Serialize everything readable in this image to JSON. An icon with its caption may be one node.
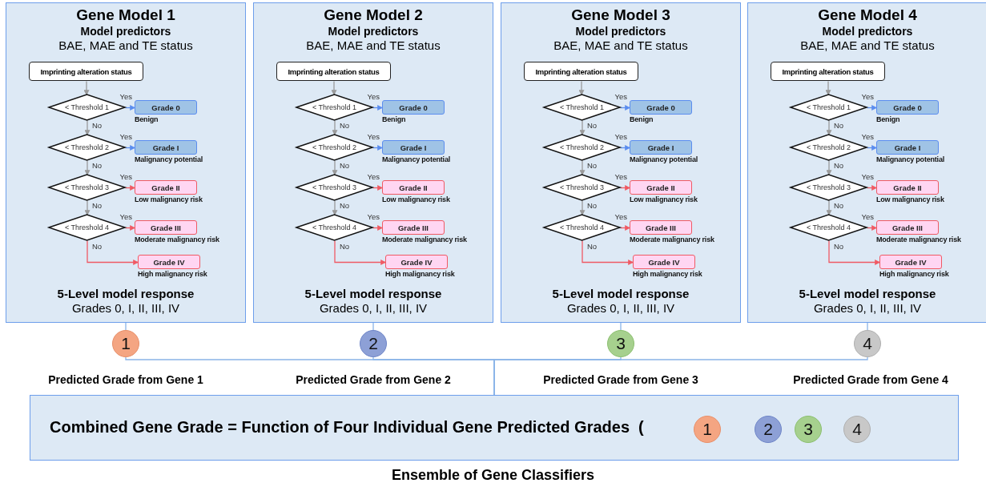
{
  "diagram": {
    "caption": "Ensemble of Gene Classifiers",
    "nodes": [
      {
        "text": [
          "Gene Model 1",
          "Model predictors",
          "BAE, MAE and TE status",
          "5-Level model response",
          "Grades 0, I, II, III, IV"
        ]
      },
      {
        "text": [
          "Imprinting alteration status"
        ],
        "in": 0
      },
      {
        "text": [
          "< Threshold 1"
        ],
        "in": 0
      },
      {
        "text": [
          "Grade 0"
        ],
        "in": 0,
        "beside": [
          "Benign"
        ]
      },
      {
        "text": [
          "< Threshold 2"
        ],
        "in": 0
      },
      {
        "text": [
          "Grade I"
        ],
        "in": 0,
        "beside": [
          "Malignancy potential"
        ]
      },
      {
        "text": [
          "< Threshold 3"
        ],
        "in": 0
      },
      {
        "text": [
          "Grade II"
        ],
        "in": 0,
        "beside": [
          "Low malignancy risk"
        ]
      },
      {
        "text": [
          "< Threshold 4"
        ],
        "in": 0
      },
      {
        "text": [
          "Grade III"
        ],
        "in": 0,
        "beside": [
          "Moderate malignancy risk"
        ]
      },
      {
        "text": [
          "Grade IV"
        ],
        "in": 0,
        "beside": [
          "High malignancy risk"
        ]
      },
      {
        "text": [
          "Gene Model 2",
          "Model predictors",
          "BAE, MAE and TE status",
          "5-Level model response",
          "Grades 0, I, II, III, IV"
        ]
      },
      {
        "text": [
          "Imprinting alteration status"
        ],
        "in": 11
      },
      {
        "text": [
          "< Threshold 1"
        ],
        "in": 11
      },
      {
        "text": [
          "Grade 0"
        ],
        "in": 11,
        "beside": [
          "Benign"
        ]
      },
      {
        "text": [
          "< Threshold 2"
        ],
        "in": 11
      },
      {
        "text": [
          "Grade I"
        ],
        "in": 11,
        "beside": [
          "Malignancy potential"
        ]
      },
      {
        "text": [
          "< Threshold 3"
        ],
        "in": 11
      },
      {
        "text": [
          "Grade II"
        ],
        "in": 11,
        "beside": [
          "Low malignancy risk"
        ]
      },
      {
        "text": [
          "< Threshold 4"
        ],
        "in": 11
      },
      {
        "text": [
          "Grade III"
        ],
        "in": 11,
        "beside": [
          "Moderate malignancy risk"
        ]
      },
      {
        "text": [
          "Grade IV"
        ],
        "in": 11,
        "beside": [
          "High malignancy risk"
        ]
      },
      {
        "text": [
          "Gene Model 3",
          "Model predictors",
          "BAE, MAE and TE status",
          "5-Level model response",
          "Grades 0, I, II, III, IV"
        ]
      },
      {
        "text": [
          "Imprinting alteration status"
        ],
        "in": 22
      },
      {
        "text": [
          "< Threshold 1"
        ],
        "in": 22
      },
      {
        "text": [
          "Grade 0"
        ],
        "in": 22,
        "beside": [
          "Benign"
        ]
      },
      {
        "text": [
          "< Threshold 2"
        ],
        "in": 22
      },
      {
        "text": [
          "Grade I"
        ],
        "in": 22,
        "beside": [
          "Malignancy potential"
        ]
      },
      {
        "text": [
          "< Threshold 3"
        ],
        "in": 22
      },
      {
        "text": [
          "Grade II"
        ],
        "in": 22,
        "beside": [
          "Low malignancy risk"
        ]
      },
      {
        "text": [
          "< Threshold 4"
        ],
        "in": 22
      },
      {
        "text": [
          "Grade III"
        ],
        "in": 22,
        "beside": [
          "Moderate malignancy risk"
        ]
      },
      {
        "text": [
          "Grade IV"
        ],
        "in": 22,
        "beside": [
          "High malignancy risk"
        ]
      },
      {
        "text": [
          "Gene Model 4",
          "Model predictors",
          "BAE, MAE and TE status",
          "5-Level model response",
          "Grades 0, I, II, III, IV"
        ]
      },
      {
        "text": [
          "Imprinting alteration status"
        ],
        "in": 33
      },
      {
        "text": [
          "< Threshold 1"
        ],
        "in": 33
      },
      {
        "text": [
          "Grade 0"
        ],
        "in": 33,
        "beside": [
          "Benign"
        ]
      },
      {
        "text": [
          "< Threshold 2"
        ],
        "in": 33
      },
      {
        "text": [
          "Grade I"
        ],
        "in": 33,
        "beside": [
          "Malignancy potential"
        ]
      },
      {
        "text": [
          "< Threshold 3"
        ],
        "in": 33
      },
      {
        "text": [
          "Grade II"
        ],
        "in": 33,
        "beside": [
          "Low malignancy risk"
        ]
      },
      {
        "text": [
          "< Threshold 4"
        ],
        "in": 33
      },
      {
        "text": [
          "Grade III"
        ],
        "in": 33,
        "beside": [
          "Moderate malignancy risk"
        ]
      },
      {
        "text": [
          "Grade IV"
        ],
        "in": 33,
        "beside": [
          "High malignancy risk"
        ]
      },
      {
        "text": [
          "1"
        ],
        "beside": [
          "Predicted Grade from Gene 1"
        ]
      },
      {
        "text": [
          "2"
        ],
        "beside": [
          "Predicted Grade from Gene 2"
        ]
      },
      {
        "text": [
          "3"
        ],
        "beside": [
          "Predicted Grade from Gene 3"
        ]
      },
      {
        "text": [
          "4"
        ],
        "beside": [
          "Predicted Grade from Gene 4"
        ]
      },
      {
        "text": [
          "Combined Gene Grade = Function of Four Individual Gene Predicted Grades  ("
        ]
      },
      {
        "text": [
          "1"
        ],
        "in": 48
      },
      {
        "text": [
          "2"
        ],
        "in": 48
      },
      {
        "text": [
          "3"
        ],
        "in": 48
      },
      {
        "text": [
          "4"
        ],
        "in": 48
      }
    ],
    "edges": [
      {
        "from": 1,
        "to": 2,
        "arrow": "to"
      },
      {
        "from": 2,
        "to": 3,
        "arrow": "to",
        "label": "Yes",
        "color": "#5b8def"
      },
      {
        "from": 2,
        "to": 4,
        "arrow": "to",
        "label": "No"
      },
      {
        "from": 4,
        "to": 5,
        "arrow": "to",
        "label": "Yes",
        "color": "#5b8def"
      },
      {
        "from": 4,
        "to": 6,
        "arrow": "to",
        "label": "No"
      },
      {
        "from": 6,
        "to": 7,
        "arrow": "to",
        "label": "Yes",
        "color": "#f05a64"
      },
      {
        "from": 6,
        "to": 8,
        "arrow": "to",
        "label": "No"
      },
      {
        "from": 8,
        "to": 9,
        "arrow": "to",
        "label": "Yes",
        "color": "#f05a64"
      },
      {
        "from": 8,
        "to": 10,
        "arrow": "to",
        "label": "No",
        "color": "#f05a64"
      },
      {
        "from": 12,
        "to": 13,
        "arrow": "to"
      },
      {
        "from": 13,
        "to": 14,
        "arrow": "to",
        "label": "Yes",
        "color": "#5b8def"
      },
      {
        "from": 13,
        "to": 15,
        "arrow": "to",
        "label": "No"
      },
      {
        "from": 15,
        "to": 16,
        "arrow": "to",
        "label": "Yes",
        "color": "#5b8def"
      },
      {
        "from": 15,
        "to": 17,
        "arrow": "to",
        "label": "No"
      },
      {
        "from": 17,
        "to": 18,
        "arrow": "to",
        "label": "Yes",
        "color": "#f05a64"
      },
      {
        "from": 17,
        "to": 19,
        "arrow": "to",
        "label": "No"
      },
      {
        "from": 19,
        "to": 20,
        "arrow": "to",
        "label": "Yes",
        "color": "#f05a64"
      },
      {
        "from": 19,
        "to": 21,
        "arrow": "to",
        "label": "No",
        "color": "#f05a64"
      },
      {
        "from": 23,
        "to": 24,
        "arrow": "to"
      },
      {
        "from": 24,
        "to": 25,
        "arrow": "to",
        "label": "Yes",
        "color": "#5b8def"
      },
      {
        "from": 24,
        "to": 26,
        "arrow": "to",
        "label": "No"
      },
      {
        "from": 26,
        "to": 27,
        "arrow": "to",
        "label": "Yes",
        "color": "#5b8def"
      },
      {
        "from": 26,
        "to": 28,
        "arrow": "to",
        "label": "No"
      },
      {
        "from": 28,
        "to": 29,
        "arrow": "to",
        "label": "Yes",
        "color": "#f05a64"
      },
      {
        "from": 28,
        "to": 30,
        "arrow": "to",
        "label": "No"
      },
      {
        "from": 30,
        "to": 31,
        "arrow": "to",
        "label": "Yes",
        "color": "#f05a64"
      },
      {
        "from": 30,
        "to": 32,
        "arrow": "to",
        "label": "No",
        "color": "#f05a64"
      },
      {
        "from": 34,
        "to": 35,
        "arrow": "to"
      },
      {
        "from": 35,
        "to": 36,
        "arrow": "to",
        "label": "Yes",
        "color": "#5b8def"
      },
      {
        "from": 35,
        "to": 37,
        "arrow": "to",
        "label": "No"
      },
      {
        "from": 37,
        "to": 38,
        "arrow": "to",
        "label": "Yes",
        "color": "#5b8def"
      },
      {
        "from": 37,
        "to": 39,
        "arrow": "to",
        "label": "No"
      },
      {
        "from": 39,
        "to": 40,
        "arrow": "to",
        "label": "Yes",
        "color": "#f05a64"
      },
      {
        "from": 39,
        "to": 41,
        "arrow": "to",
        "label": "No"
      },
      {
        "from": 41,
        "to": 42,
        "arrow": "to",
        "label": "Yes",
        "color": "#f05a64"
      },
      {
        "from": 41,
        "to": 43,
        "arrow": "to",
        "label": "No",
        "color": "#f05a64"
      },
      {
        "from": 0,
        "to": 44,
        "arrow": "none",
        "color": "#8ab4e8"
      },
      {
        "from": 11,
        "to": 45,
        "arrow": "none",
        "color": "#8ab4e8"
      },
      {
        "from": 22,
        "to": 46,
        "arrow": "none",
        "color": "#8ab4e8"
      },
      {
        "from": 33,
        "to": 47,
        "arrow": "none",
        "color": "#8ab4e8"
      },
      {
        "from": 44,
        "to": 48,
        "arrow": "none",
        "color": "#8ab4e8"
      },
      {
        "from": 45,
        "to": 48,
        "arrow": "none",
        "color": "#8ab4e8"
      },
      {
        "from": 46,
        "to": 48,
        "arrow": "none",
        "color": "#8ab4e8"
      },
      {
        "from": 47,
        "to": 48,
        "arrow": "none",
        "color": "#8ab4e8"
      }
    ]
  }
}
